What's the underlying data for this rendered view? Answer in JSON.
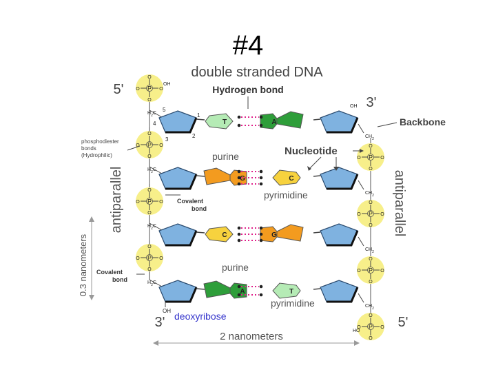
{
  "slide_title": "#4",
  "diagram": {
    "title": "double stranded DNA",
    "labels": {
      "hydrogen_bond": "Hydrogen bond",
      "backbone": "Backbone",
      "nucleotide": "Nucleotide",
      "purine": "purine",
      "pyrimidine": "pyrimidine",
      "phosphodiester_line1": "phosphodiester",
      "phosphodiester_line2": "bonds",
      "phosphodiester_line3": "(Hydrophilic)",
      "covalent_bond_line1": "Covalent",
      "covalent_bond_line2": "bond",
      "deoxyribose": "deoxyribose",
      "antiparallel": "antiparallel",
      "spacing": "0.3 nanometers",
      "width": "2 nanometers",
      "five_prime": "5'",
      "three_prime": "3'",
      "oh": "OH",
      "ho": "HO",
      "ch2": "CH",
      "h2c": "H",
      "c_sub": "C",
      "sub2": "2",
      "p": "P",
      "o": "O",
      "o_minus": "O",
      "ring_numbers": [
        "5",
        "4",
        "3",
        "2",
        "1"
      ]
    },
    "base_pairs": [
      {
        "left": "T",
        "right": "A",
        "left_type": "pyrimidine",
        "right_type": "purine",
        "h_bonds": 2
      },
      {
        "left": "G",
        "right": "C",
        "left_type": "purine",
        "right_type": "pyrimidine",
        "h_bonds": 3
      },
      {
        "left": "C",
        "right": "G",
        "left_type": "pyrimidine",
        "right_type": "purine",
        "h_bonds": 3
      },
      {
        "left": "A",
        "right": "T",
        "left_type": "purine",
        "right_type": "pyrimidine",
        "h_bonds": 2
      }
    ],
    "colors": {
      "sugar": "#7fb2e0",
      "phosphate": "#f7ef8a",
      "A": "#2e9e3a",
      "T": "#b5ebb5",
      "G": "#f39b1f",
      "C": "#f7d23e",
      "h_bond": "#e0208a",
      "deoxyribose_text": "#3535cc"
    }
  }
}
